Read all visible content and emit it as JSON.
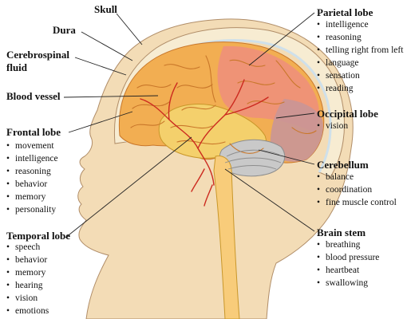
{
  "labels": {
    "skull": "Skull",
    "dura": "Dura",
    "csf_line1": "Cerebrospinal",
    "csf_line2": "fluid",
    "blood_vessel": "Blood vessel",
    "frontal": "Frontal lobe",
    "temporal": "Temporal lobe",
    "parietal": "Parietal lobe",
    "occipital": "Occipital lobe",
    "cerebellum": "Cerebellum",
    "brain_stem": "Brain stem"
  },
  "lists": {
    "frontal": [
      "movement",
      "intelligence",
      "reasoning",
      "behavior",
      "memory",
      "personality"
    ],
    "temporal": [
      "speech",
      "behavior",
      "memory",
      "hearing",
      "vision",
      "emotions"
    ],
    "parietal": [
      "intelligence",
      "reasoning",
      "telling right from left",
      "language",
      "sensation",
      "reading"
    ],
    "occipital": [
      "vision"
    ],
    "cerebellum": [
      "balance",
      "coordination",
      "fine muscle control"
    ],
    "brain_stem": [
      "breathing",
      "blood pressure",
      "heartbeat",
      "swallowing"
    ]
  },
  "colors": {
    "skin": "#f3dcb6",
    "skin_outline": "#b08d68",
    "skull": "#f7ecd2",
    "brain": "#f2ae52",
    "brain_light": "#f8cc7a",
    "parietal": "#ef8e7c",
    "occipital": "#c99697",
    "temporal": "#f4d06c",
    "cerebellum": "#c9c9c9",
    "vessel": "#cc2a1f",
    "leader": "#222222"
  }
}
